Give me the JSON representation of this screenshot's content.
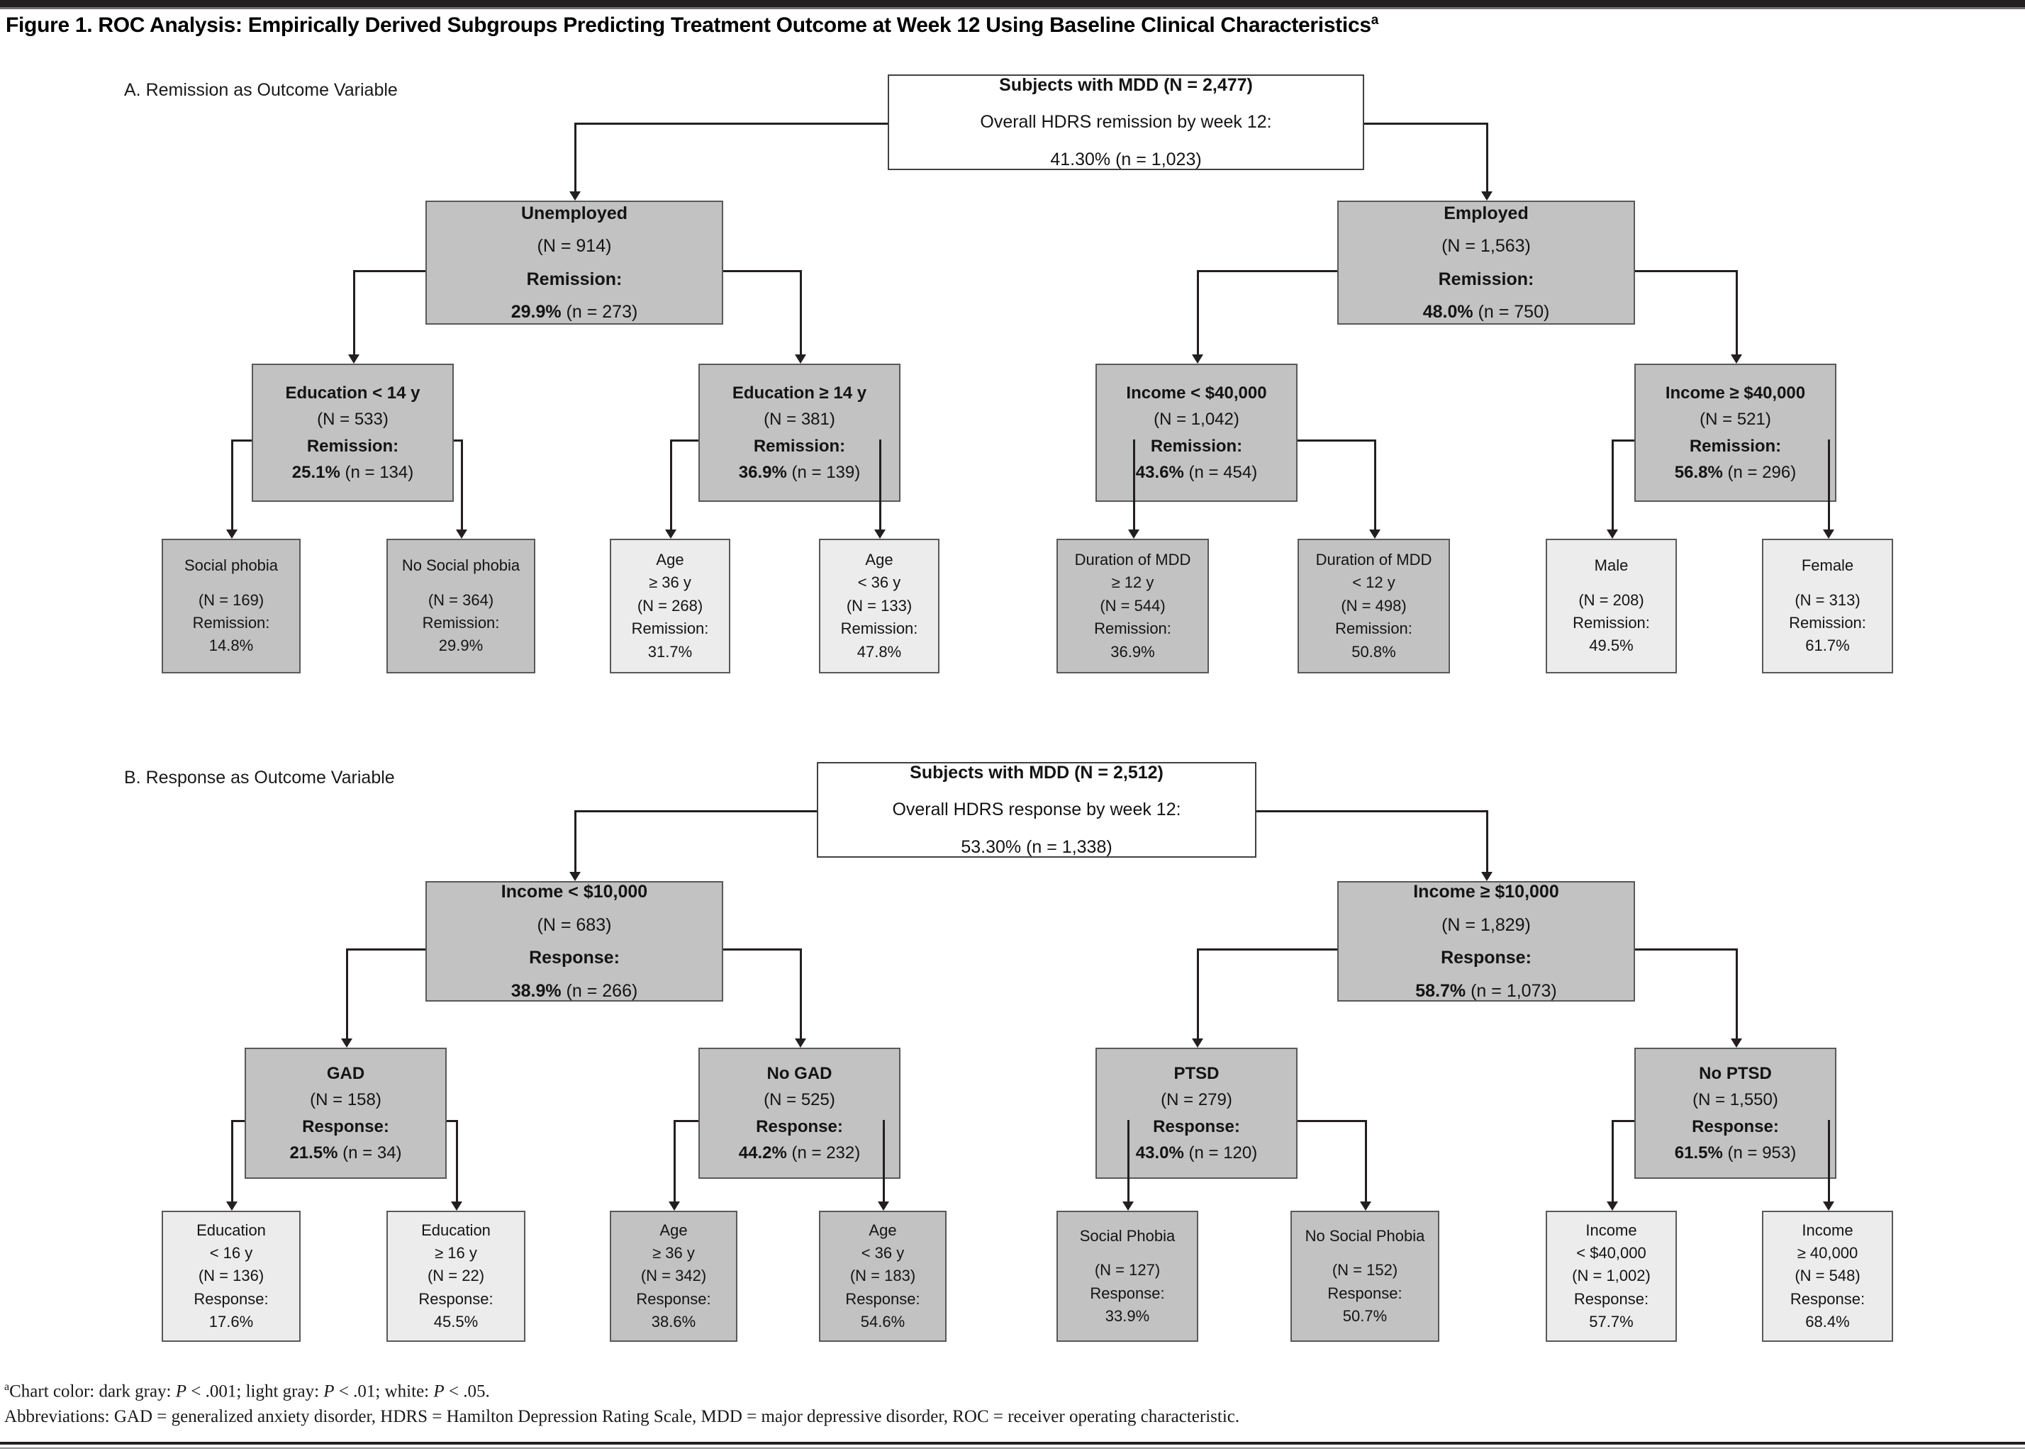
{
  "figure": {
    "title": "Figure 1. ROC Analysis: Empirically Derived Subgroups Predicting Treatment Outcome at Week 12 Using Baseline Clinical Characteristics",
    "title_superscript": "a"
  },
  "panels": [
    {
      "label": "A. Remission as Outcome Variable"
    },
    {
      "label": "B. Response as Outcome Variable"
    }
  ],
  "footnotes": {
    "color_key_marker": "a",
    "color_key_pre": "Chart color: dark gray: ",
    "color_key_p1": "P",
    "color_key_v1": " < .001; light gray: ",
    "color_key_p2": "P",
    "color_key_v2": " < .01; white: ",
    "color_key_p3": "P",
    "color_key_v3": " < .05.",
    "abbreviations": "Abbreviations: GAD = generalized anxiety disorder, HDRS = Hamilton Depression Rating Scale, MDD = major depressive disorder, ROC = receiver operating characteristic."
  },
  "colors": {
    "dark_gray": "#c2c2c2",
    "light_gray": "#ececec",
    "white": "#ffffff",
    "border": "#58595b",
    "line": "#231f20"
  },
  "chart_data": {
    "type": "diagram",
    "title": "ROC Analysis: Empirically Derived Subgroups Predicting Treatment Outcome at Week 12 Using Baseline Clinical Characteristics",
    "panelA": {
      "label": "A. Remission as Outcome Variable",
      "outcome": "Remission",
      "root": {
        "fill": "white",
        "line1": "Subjects with MDD (N = 2,477)",
        "line2": "Overall HDRS remission by week 12:",
        "line3": "41.30% (n = 1,023)",
        "N": 2477,
        "pct": 41.3,
        "n": 1023
      },
      "level2": [
        {
          "fill": "dark",
          "title": "Unemployed",
          "N": "(N = 914)",
          "outcome_label": "Remission:",
          "value": "29.9%",
          "count": " (n = 273)"
        },
        {
          "fill": "dark",
          "title": "Employed",
          "N": "(N = 1,563)",
          "outcome_label": "Remission:",
          "value": "48.0%",
          "count": " (n = 750)"
        }
      ],
      "level3": [
        {
          "fill": "dark",
          "title": "Education < 14 y",
          "N": "(N = 533)",
          "outcome_label": "Remission:",
          "value": "25.1%",
          "count": " (n = 134)"
        },
        {
          "fill": "dark",
          "title": "Education ≥ 14 y",
          "N": "(N = 381)",
          "outcome_label": "Remission:",
          "value": "36.9%",
          "count": " (n = 139)"
        },
        {
          "fill": "dark",
          "title": "Income < $40,000",
          "N": "(N = 1,042)",
          "outcome_label": "Remission:",
          "value": "43.6%",
          "count": " (n = 454)"
        },
        {
          "fill": "dark",
          "title": "Income ≥ $40,000",
          "N": "(N = 521)",
          "outcome_label": "Remission:",
          "value": "56.8%",
          "count": " (n = 296)"
        }
      ],
      "leaves": [
        {
          "fill": "dark",
          "title": "Social phobia",
          "sub": "",
          "N": "(N = 169)",
          "outcome_label": "Remission:",
          "value": "14.8%"
        },
        {
          "fill": "dark",
          "title": "No Social phobia",
          "sub": "",
          "N": "(N = 364)",
          "outcome_label": "Remission:",
          "value": "29.9%"
        },
        {
          "fill": "light",
          "title": "Age",
          "sub": "≥ 36 y",
          "N": "(N = 268)",
          "outcome_label": "Remission:",
          "value": "31.7%"
        },
        {
          "fill": "light",
          "title": "Age",
          "sub": "< 36 y",
          "N": "(N = 133)",
          "outcome_label": "Remission:",
          "value": "47.8%"
        },
        {
          "fill": "dark",
          "title": "Duration of MDD",
          "sub": "≥ 12 y",
          "N": "(N = 544)",
          "outcome_label": "Remission:",
          "value": "36.9%"
        },
        {
          "fill": "dark",
          "title": "Duration of MDD",
          "sub": "< 12 y",
          "N": "(N = 498)",
          "outcome_label": "Remission:",
          "value": "50.8%"
        },
        {
          "fill": "light",
          "title": "Male",
          "sub": "",
          "N": "(N = 208)",
          "outcome_label": "Remission:",
          "value": "49.5%"
        },
        {
          "fill": "light",
          "title": "Female",
          "sub": "",
          "N": "(N = 313)",
          "outcome_label": "Remission:",
          "value": "61.7%"
        }
      ]
    },
    "panelB": {
      "label": "B. Response as Outcome Variable",
      "outcome": "Response",
      "root": {
        "fill": "white",
        "line1": "Subjects with MDD (N = 2,512)",
        "line2": "Overall HDRS response by week 12:",
        "line3": "53.30% (n = 1,338)",
        "N": 2512,
        "pct": 53.3,
        "n": 1338
      },
      "level2": [
        {
          "fill": "dark",
          "title": "Income < $10,000",
          "N": "(N = 683)",
          "outcome_label": "Response:",
          "value": "38.9%",
          "count": " (n = 266)"
        },
        {
          "fill": "dark",
          "title": "Income ≥ $10,000",
          "N": "(N = 1,829)",
          "outcome_label": "Response:",
          "value": "58.7%",
          "count": " (n = 1,073)"
        }
      ],
      "level3": [
        {
          "fill": "dark",
          "title": "GAD",
          "N": "(N = 158)",
          "outcome_label": "Response:",
          "value": "21.5%",
          "count": " (n = 34)"
        },
        {
          "fill": "dark",
          "title": "No GAD",
          "N": "(N = 525)",
          "outcome_label": "Response:",
          "value": "44.2%",
          "count": " (n = 232)"
        },
        {
          "fill": "dark",
          "title": "PTSD",
          "N": "(N = 279)",
          "outcome_label": "Response:",
          "value": "43.0%",
          "count": " (n = 120)"
        },
        {
          "fill": "dark",
          "title": "No PTSD",
          "N": "(N = 1,550)",
          "outcome_label": "Response:",
          "value": "61.5%",
          "count": " (n = 953)"
        }
      ],
      "leaves": [
        {
          "fill": "light",
          "title": "Education",
          "sub": "< 16 y",
          "N": "(N = 136)",
          "outcome_label": "Response:",
          "value": "17.6%"
        },
        {
          "fill": "light",
          "title": "Education",
          "sub": "≥ 16 y",
          "N": "(N = 22)",
          "outcome_label": "Response:",
          "value": "45.5%"
        },
        {
          "fill": "dark",
          "title": "Age",
          "sub": "≥ 36 y",
          "N": "(N = 342)",
          "outcome_label": "Response:",
          "value": "38.6%"
        },
        {
          "fill": "dark",
          "title": "Age",
          "sub": "< 36 y",
          "N": "(N = 183)",
          "outcome_label": "Response:",
          "value": "54.6%"
        },
        {
          "fill": "dark",
          "title": "Social Phobia",
          "sub": "",
          "N": "(N = 127)",
          "outcome_label": "Response:",
          "value": "33.9%"
        },
        {
          "fill": "dark",
          "title": "No Social Phobia",
          "sub": "",
          "N": "(N = 152)",
          "outcome_label": "Response:",
          "value": "50.7%"
        },
        {
          "fill": "light",
          "title": "Income",
          "sub": "< $40,000",
          "N": "(N = 1,002)",
          "outcome_label": "Response:",
          "value": "57.7%"
        },
        {
          "fill": "light",
          "title": "Income",
          "sub": "≥ 40,000",
          "N": "(N = 548)",
          "outcome_label": "Response:",
          "value": "68.4%"
        }
      ]
    }
  }
}
